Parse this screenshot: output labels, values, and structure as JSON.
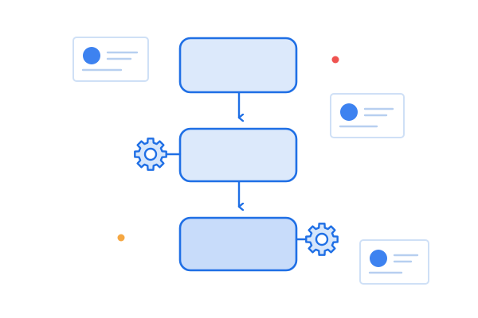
{
  "diagram": {
    "type": "vertical-flowchart",
    "steps": [
      {
        "label": "",
        "fill": "#dce9fb"
      },
      {
        "label": "",
        "fill": "#dce9fb"
      },
      {
        "label": "",
        "fill": "#c8dcfa"
      }
    ],
    "connectors": [
      {
        "from": 0,
        "to": 1,
        "style": "arrow"
      },
      {
        "from": 1,
        "to": 2,
        "style": "arrow"
      }
    ],
    "attachments": [
      {
        "step": 1,
        "icon": "gear-icon",
        "side": "left"
      },
      {
        "step": 2,
        "icon": "gear-icon",
        "side": "right"
      }
    ],
    "cards": [
      {
        "icon": "avatar-circle",
        "text_lines": 3
      },
      {
        "icon": "avatar-circle",
        "text_lines": 3
      },
      {
        "icon": "avatar-circle",
        "text_lines": 3
      }
    ],
    "dots": [
      {
        "color": "#ef5350"
      },
      {
        "color": "#f5a742"
      }
    ]
  },
  "colors": {
    "stroke": "#1f6fe5",
    "card_border": "#cfe0f6",
    "card_fill": "#ffffff",
    "avatar": "#3d82f0",
    "text_line": "#b7cff0",
    "gear_fill": "#d6e6fb",
    "background": "#ffffff"
  }
}
